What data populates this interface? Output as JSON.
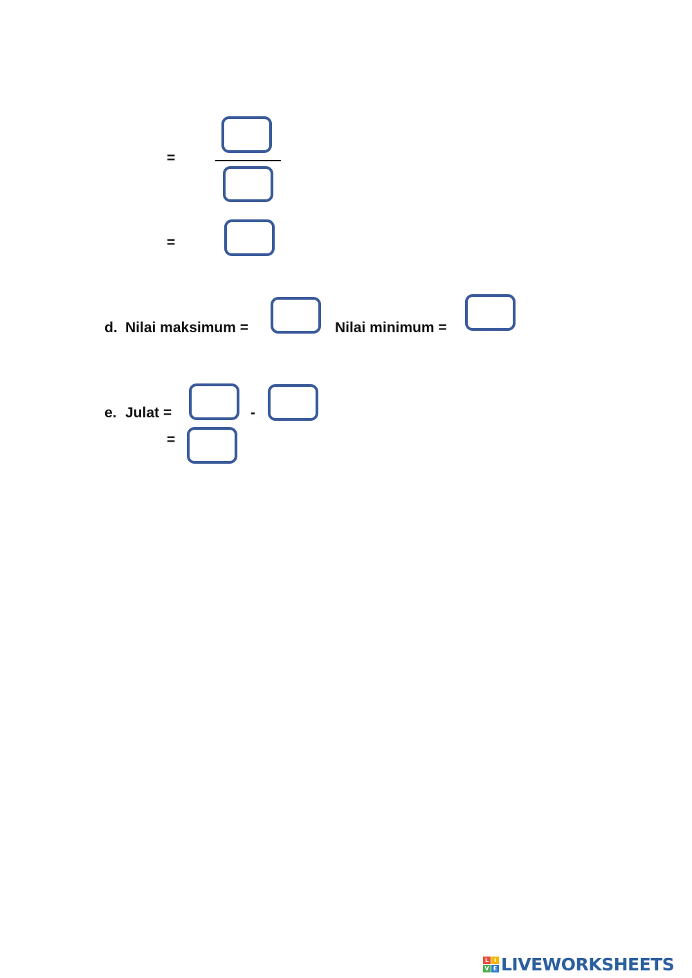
{
  "fraction_section": {
    "equals_1": "=",
    "equals_2": "="
  },
  "question_d": {
    "label": "d.",
    "max_label": "Nilai maksimum =",
    "min_label": "Nilai minimum ="
  },
  "question_e": {
    "label": "e.",
    "range_label": "Julat =",
    "minus": "-",
    "equals": "="
  },
  "branding": {
    "logo_text": "LIVEWORKSHEETS",
    "logo_tile_letters": [
      "L",
      "I",
      "V",
      "E"
    ],
    "logo_tile_colors": [
      "#e84e3c",
      "#f2b705",
      "#4caf50",
      "#2b7bd0"
    ],
    "text_color": "#2b5f9e"
  },
  "colors": {
    "answer_box_border": "#3a5a9b"
  }
}
